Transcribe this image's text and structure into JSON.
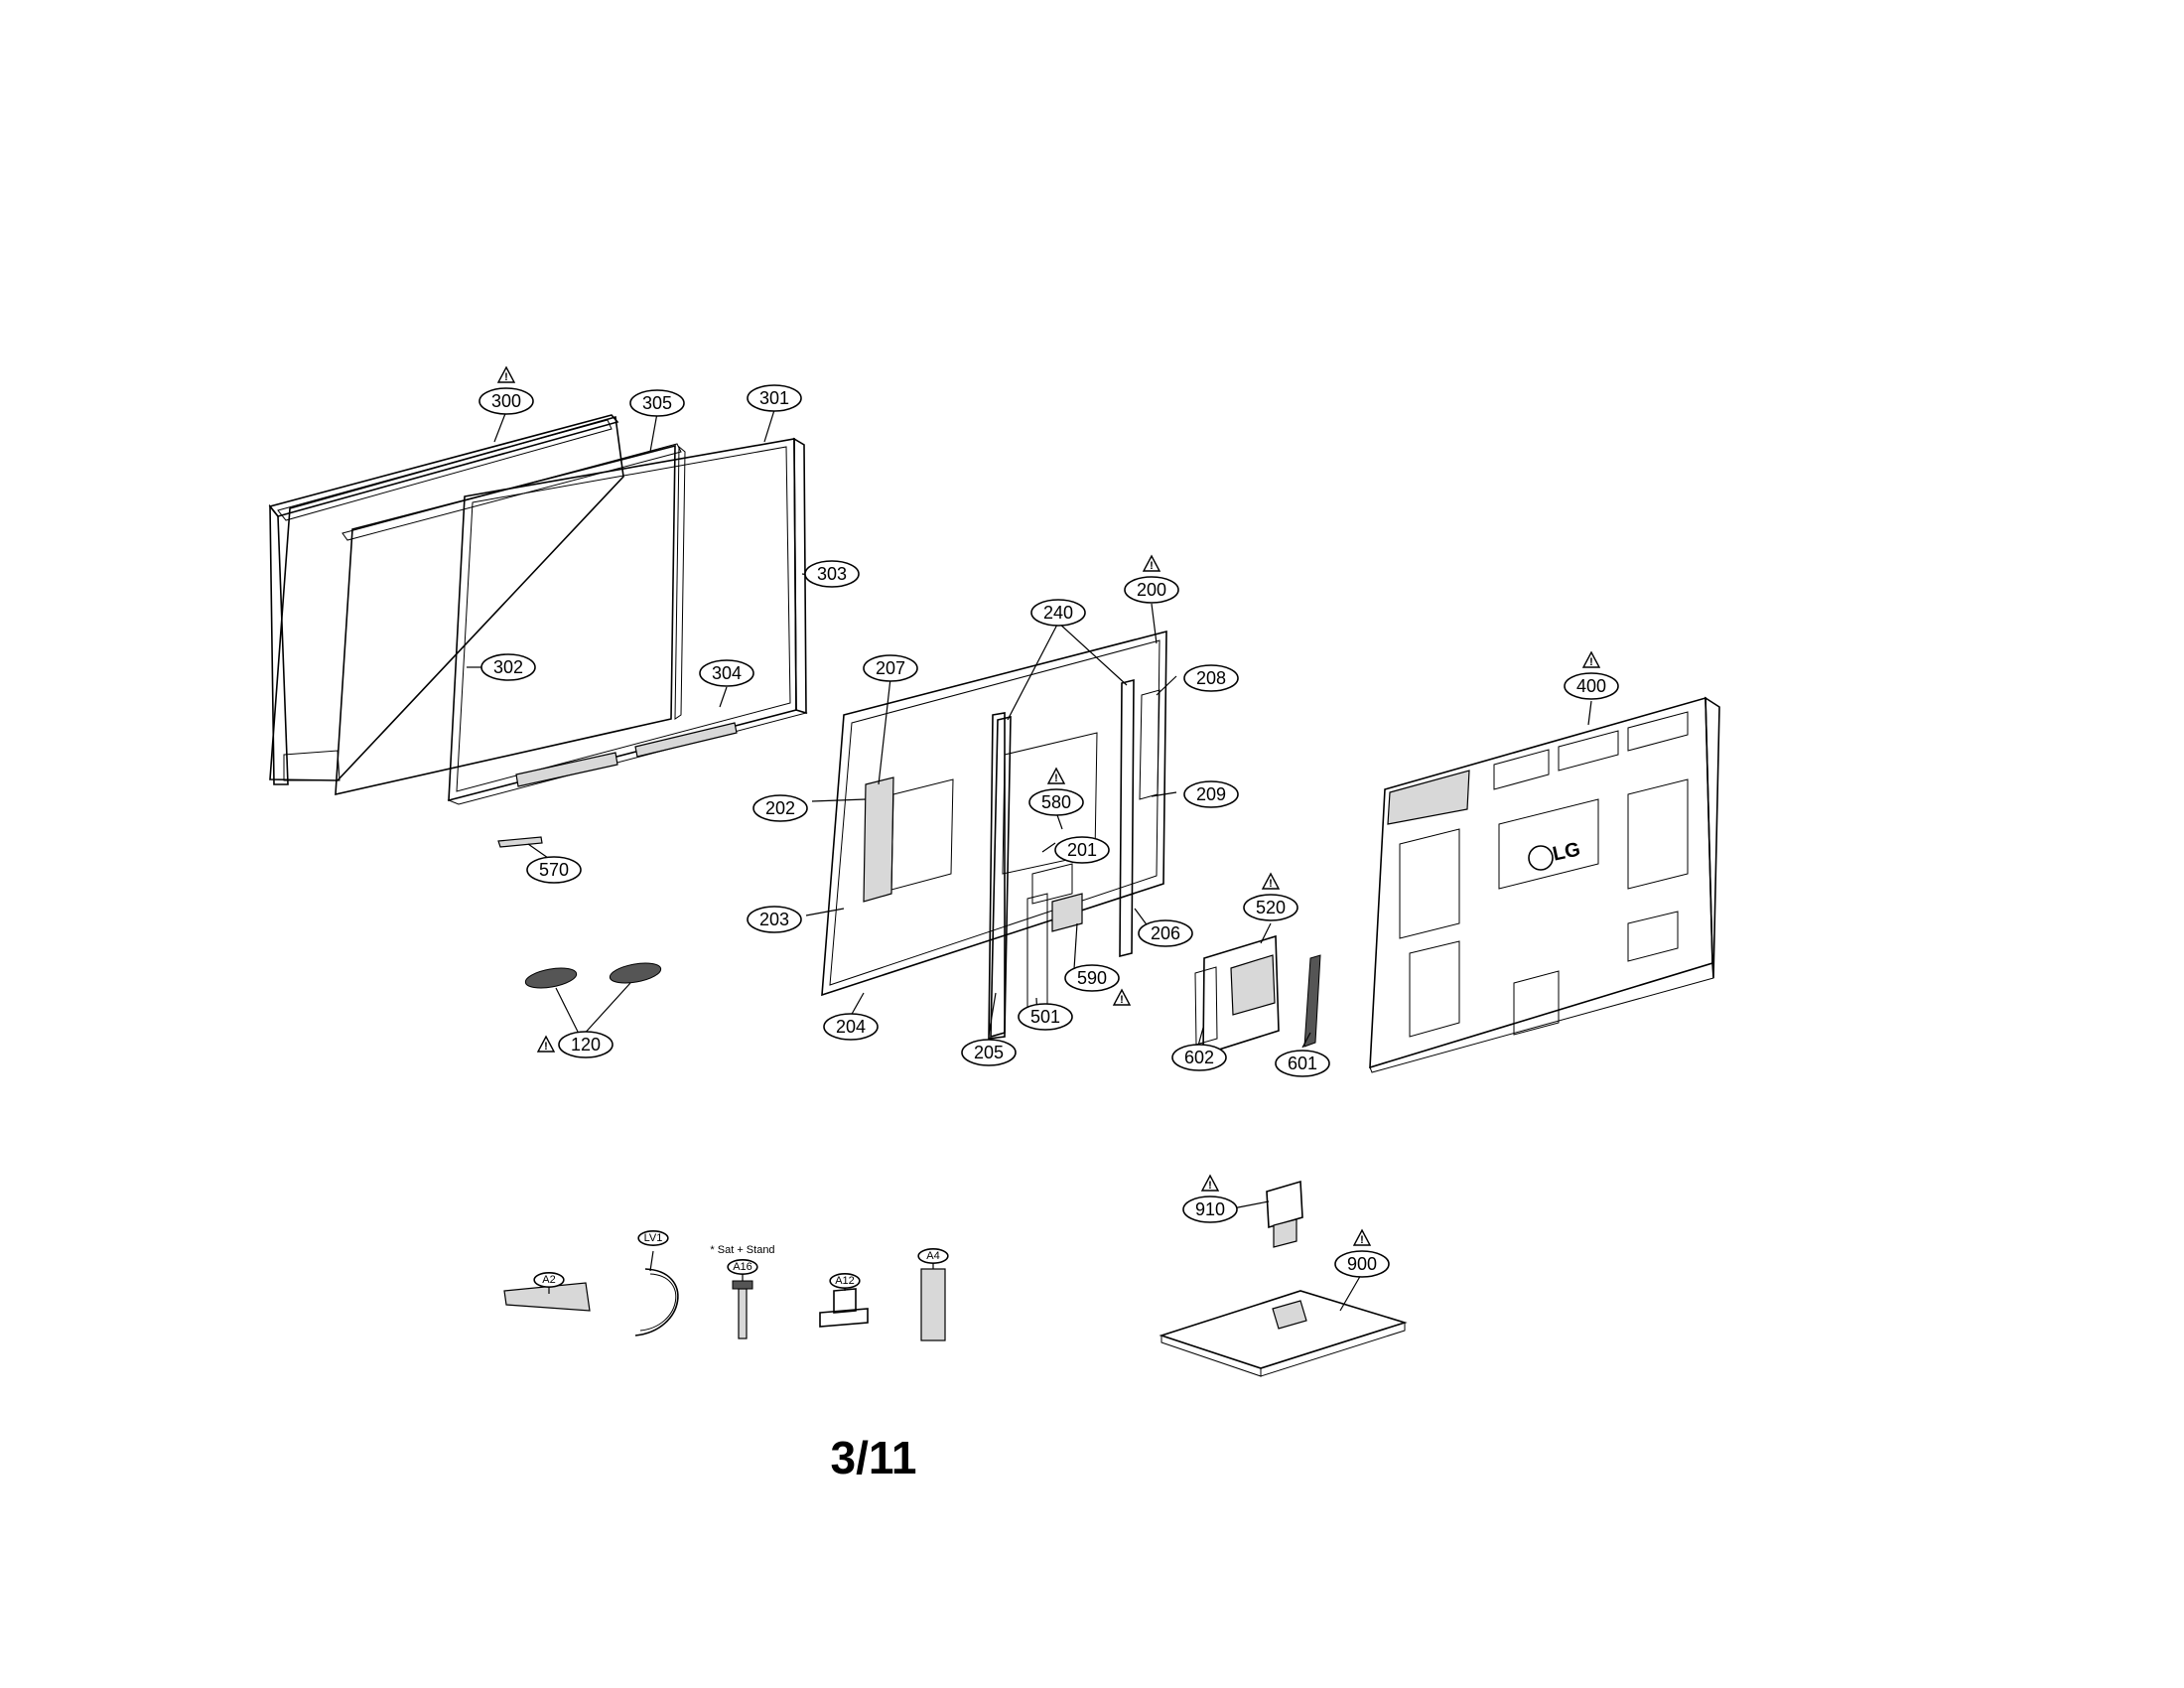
{
  "diagram": {
    "page_number": "3/11",
    "accessory_note": "* Sat + Stand",
    "labels": [
      {
        "id": "300",
        "warning": true
      },
      {
        "id": "305",
        "warning": false
      },
      {
        "id": "301",
        "warning": false
      },
      {
        "id": "303",
        "warning": false
      },
      {
        "id": "302",
        "warning": false
      },
      {
        "id": "304",
        "warning": false
      },
      {
        "id": "570",
        "warning": false
      },
      {
        "id": "120",
        "warning": true
      },
      {
        "id": "200",
        "warning": true
      },
      {
        "id": "240",
        "warning": false
      },
      {
        "id": "207",
        "warning": false
      },
      {
        "id": "208",
        "warning": false
      },
      {
        "id": "209",
        "warning": false
      },
      {
        "id": "202",
        "warning": false
      },
      {
        "id": "580",
        "warning": true
      },
      {
        "id": "201",
        "warning": false
      },
      {
        "id": "203",
        "warning": false
      },
      {
        "id": "206",
        "warning": false
      },
      {
        "id": "590",
        "warning": true
      },
      {
        "id": "204",
        "warning": false
      },
      {
        "id": "501",
        "warning": false
      },
      {
        "id": "205",
        "warning": false
      },
      {
        "id": "520",
        "warning": true
      },
      {
        "id": "602",
        "warning": false
      },
      {
        "id": "601",
        "warning": false
      },
      {
        "id": "400",
        "warning": true
      },
      {
        "id": "910",
        "warning": true
      },
      {
        "id": "900",
        "warning": true
      },
      {
        "id": "A2",
        "warning": false
      },
      {
        "id": "LV1",
        "warning": false
      },
      {
        "id": "A16",
        "warning": false
      },
      {
        "id": "A12",
        "warning": false
      },
      {
        "id": "A4",
        "warning": false
      }
    ],
    "logo_text": "LG"
  }
}
